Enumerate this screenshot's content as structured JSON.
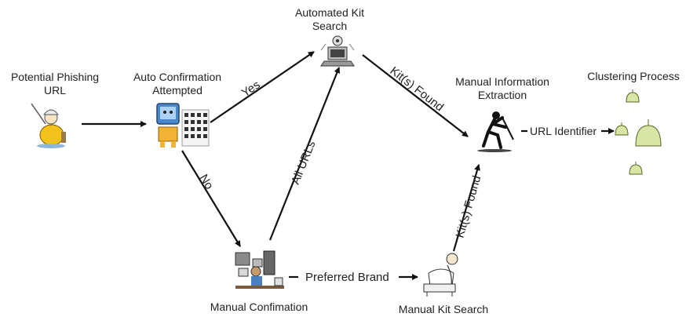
{
  "nodes": {
    "phishing_url": {
      "line1": "Potential Phishing",
      "line2": "URL"
    },
    "auto_confirmation": {
      "line1": "Auto Confirmation",
      "line2": "Attempted"
    },
    "automated_kit_search": {
      "line1": "Automated Kit",
      "line2": "Search"
    },
    "manual_info_extraction": {
      "line1": "Manual Information",
      "line2": "Extraction"
    },
    "clustering": {
      "line1": "Clustering Process"
    },
    "manual_confirmation": {
      "line1": "Manual Confimation"
    },
    "manual_kit_search": {
      "line1": "Manual Kit Search"
    }
  },
  "edge_labels": {
    "yes": "Yes",
    "no": "No",
    "all_urls": "All URLs",
    "kits_found_top": "Kit(s) Found",
    "kits_found_bottom": "Kit(s) Found",
    "preferred_brand": "Preferred Brand",
    "url_identifier": "URL Identifier"
  },
  "icons": [
    "fisherman-icon",
    "computer-icon",
    "laptop-icon",
    "digger-icon",
    "bell-cluster-icon",
    "workstation-icon",
    "reader-icon"
  ]
}
